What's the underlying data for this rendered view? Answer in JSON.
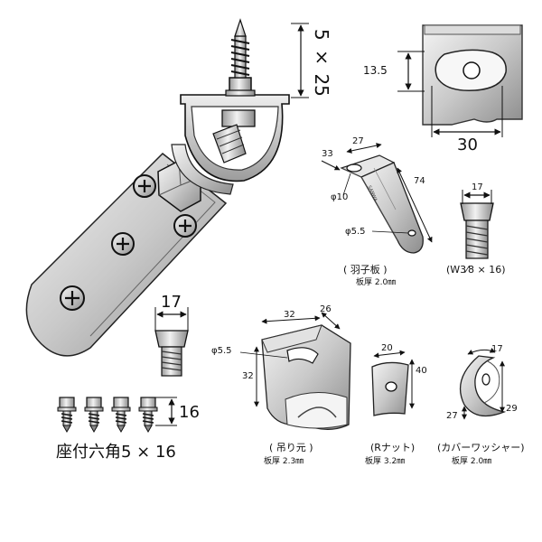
{
  "dimensions": {
    "screw_main": "5 × 25",
    "cap_height": "13.5",
    "cap_width": "30",
    "haneko_33": "33",
    "haneko_27": "27",
    "haneko_74": "74",
    "haneko_hole_big": "φ10",
    "haneko_hole_small": "φ5.5",
    "bolt_17_right": "17",
    "nut_17_left": "17",
    "tsurimoto_32_top": "32",
    "tsurimoto_26": "26",
    "tsurimoto_32_side": "32",
    "tsurimoto_hole": "φ5.5",
    "rnut_20": "20",
    "rnut_40": "40",
    "washer_17": "17",
    "washer_27": "27",
    "washer_29": "29",
    "screw_set_16": "16"
  },
  "parts": {
    "haneko": {
      "name": "( 羽子板 )",
      "thickness": "板厚 2.0㎜"
    },
    "bolt": {
      "name": "(W3⁄8 × 16)"
    },
    "tsurimoto": {
      "name": "( 吊り元 )",
      "thickness": "板厚 2.3㎜"
    },
    "rnut": {
      "name": "(Rナット)",
      "thickness": "板厚 3.2㎜"
    },
    "washer": {
      "name": "(カバーワッシャー)",
      "thickness": "板厚 2.0㎜"
    },
    "screw_set": {
      "name": "座付六角5 × 16"
    }
  },
  "stamp": {
    "text": "SANWA"
  }
}
